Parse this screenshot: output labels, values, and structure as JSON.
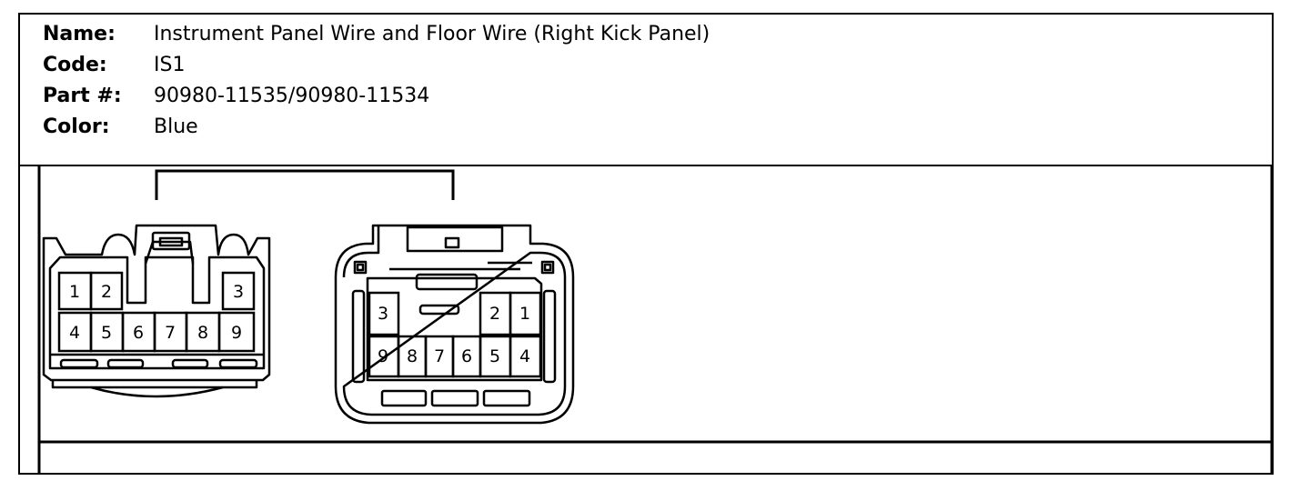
{
  "connector": {
    "name_label": "Name:",
    "name_value": "Instrument Panel Wire and Floor Wire (Right Kick Panel)",
    "code_label": "Code:",
    "code_value": "IS1",
    "part_label": "Part #:",
    "part_value": "90980-11535/90980-11534",
    "color_label": "Color:",
    "color_value": "Blue"
  },
  "male_connector": {
    "pins": [
      "1",
      "2",
      "3",
      "4",
      "5",
      "6",
      "7",
      "8",
      "9"
    ]
  },
  "female_connector": {
    "pins": [
      "3",
      "2",
      "1",
      "9",
      "8",
      "7",
      "6",
      "5",
      "4"
    ]
  }
}
